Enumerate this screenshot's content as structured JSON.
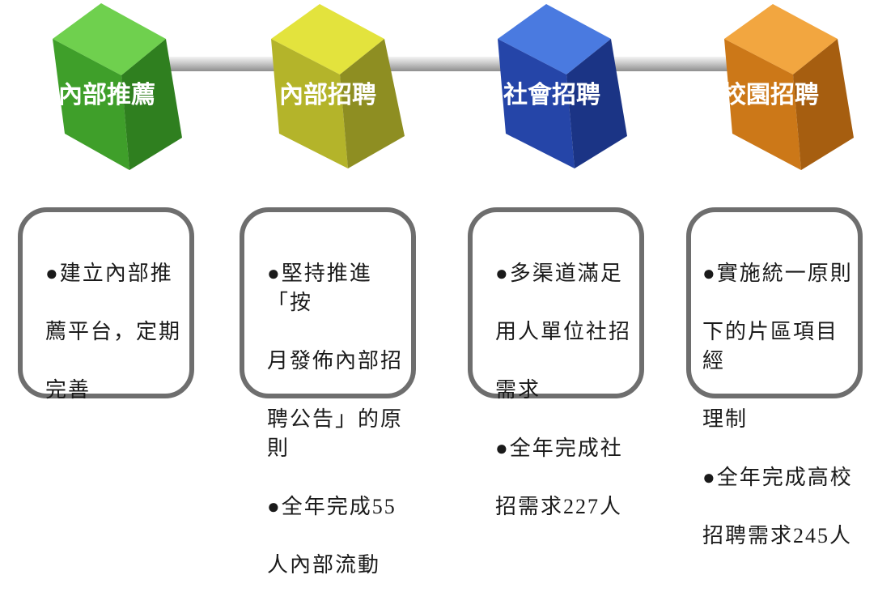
{
  "steps": [
    {
      "title": "內部推薦",
      "color": "#4fb33a",
      "lines": [
        "●建立內部推",
        "薦平台，定期",
        "完善"
      ]
    },
    {
      "title": "內部招聘",
      "color": "#c5c530",
      "lines": [
        "●堅持推進「按",
        "月發佈內部招",
        "聘公告」的原則",
        "●全年完成55",
        "人內部流動"
      ]
    },
    {
      "title": "社會招聘",
      "color": "#2d55b5",
      "lines": [
        "●多渠道滿足",
        "用人單位社招",
        "需求",
        "●全年完成社",
        "招需求227人"
      ]
    },
    {
      "title": "校園招聘",
      "color": "#e08a22",
      "lines": [
        "●實施統一原則",
        "下的片區項目經",
        "理制",
        "●全年完成高校",
        "招聘需求245人"
      ]
    }
  ]
}
